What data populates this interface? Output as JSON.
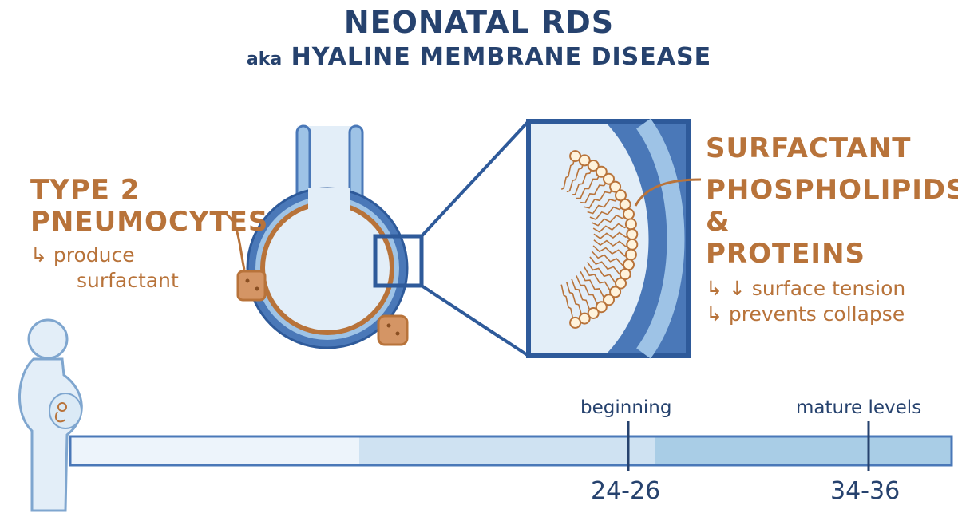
{
  "title": {
    "main": "NEONATAL RDS",
    "aka": "aka",
    "sub": "HYALINE MEMBRANE DISEASE"
  },
  "left_label": {
    "line1": "TYPE 2",
    "line2": "PNEUMOCYTES",
    "note_line1": "↳ produce",
    "note_line2": "surfactant"
  },
  "right_label": {
    "heading": "SURFACTANT",
    "line1": "PHOSPHOLIPIDS &",
    "line2": "PROTEINS",
    "note1": "↳ ↓ surface tension",
    "note2": "↳ prevents collapse"
  },
  "timeline": {
    "ticks": [
      {
        "label": "beginning",
        "value": "24-26"
      },
      {
        "label": "mature levels",
        "value": "34-36"
      }
    ]
  },
  "colors": {
    "navy": "#26426e",
    "brown": "#b8733a",
    "light_blue": "#dbeaf6",
    "mid_blue": "#4a78b8"
  }
}
